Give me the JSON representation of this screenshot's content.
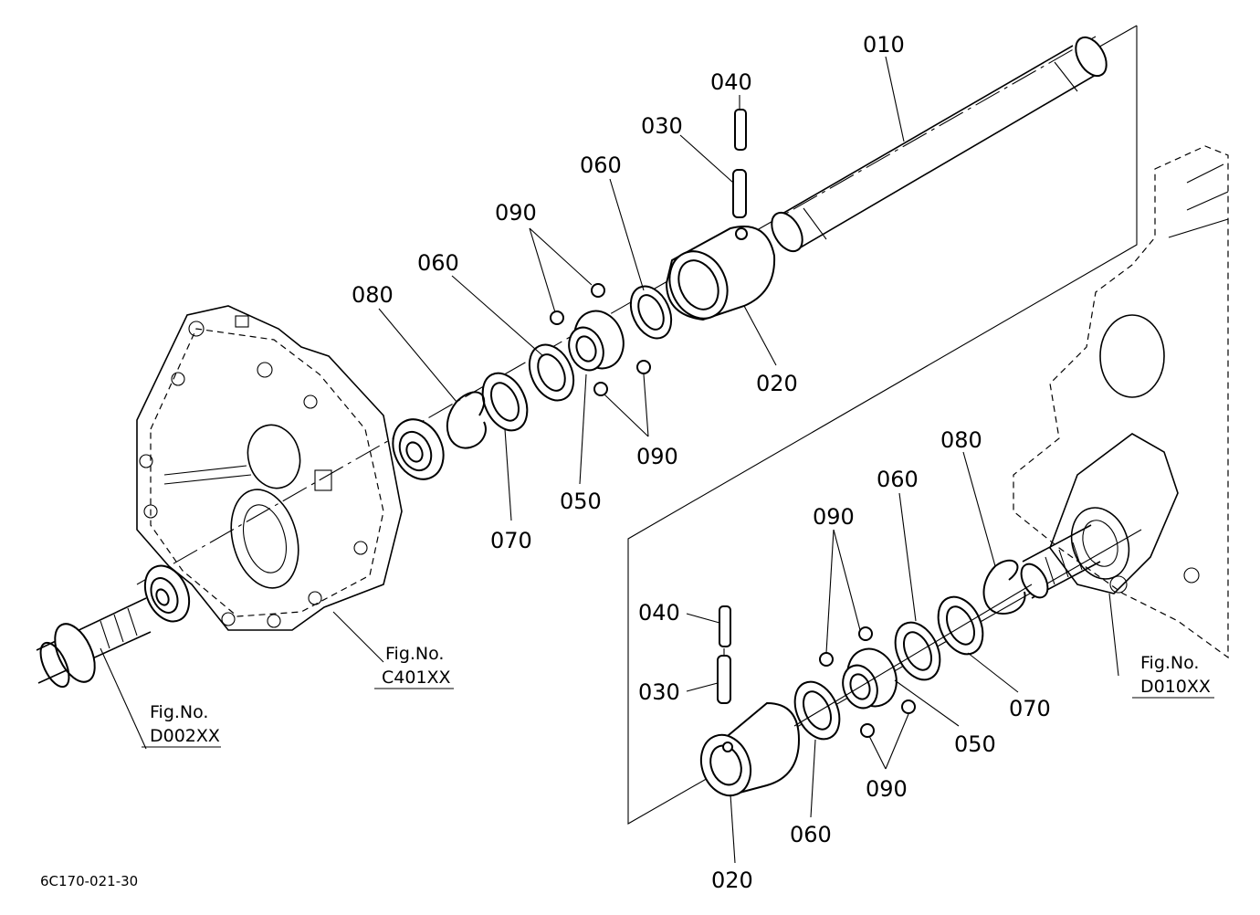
{
  "drawing_code": "6C170-021-30",
  "callouts_upper": {
    "p010": "010",
    "p040": "040",
    "p030": "030",
    "p060a": "060",
    "p090a": "090",
    "p060b": "060",
    "p080": "080",
    "p020": "020",
    "p090b": "090",
    "p050": "050",
    "p070": "070"
  },
  "callouts_lower": {
    "p040": "040",
    "p030": "030",
    "p090a": "090",
    "p060a": "060",
    "p080": "080",
    "p050": "050",
    "p070": "070",
    "p090b": "090",
    "p060b": "060",
    "p020": "020"
  },
  "references": {
    "fig_label": "Fig.No.",
    "c401": "C401XX",
    "d002": "D002XX",
    "d010": "D010XX"
  }
}
